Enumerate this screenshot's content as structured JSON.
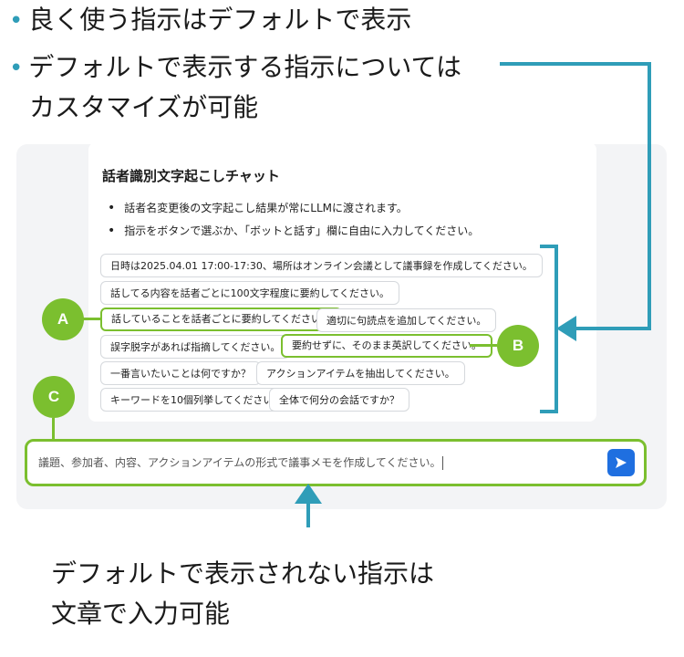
{
  "header": {
    "bullets": [
      {
        "text": "良く使う指示はデフォルトで表示"
      },
      {
        "text": "デフォルトで表示する指示については",
        "continuation": "カスタマイズが可能"
      }
    ]
  },
  "chat": {
    "title": "話者識別文字起こしチャット",
    "descriptions": [
      "話者名変更後の文字起こし結果が常にLLMに渡されます。",
      "指示をボタンで選ぶか、「ボットと話す」欄に自由に入力してください。"
    ],
    "chips": [
      "日時は2025.04.01 17:00-17:30、場所はオンライン会議として議事録を作成してください。",
      "話してる内容を話者ごとに100文字程度に要約してください。",
      "話していることを話者ごとに要約してください。",
      "適切に句読点を追加してください。",
      "誤字脱字があれば指摘してください。",
      "要約せずに、そのまま英訳してください。",
      "一番言いたいことは何ですか？",
      "アクションアイテムを抽出してください。",
      "キーワードを10個列挙してください。",
      "全体で何分の会話ですか？"
    ],
    "input": {
      "value": "議題、参加者、内容、アクションアイテムの形式で議事メモを作成してください。"
    },
    "send_icon": "send-icon"
  },
  "markers": {
    "a": "A",
    "b": "B",
    "c": "C"
  },
  "footer": {
    "line1": "デフォルトで表示されない指示は",
    "line2": "文章で入力可能"
  },
  "colors": {
    "accent_green": "#7bbf2f",
    "arrow_blue": "#2f9db8",
    "send_blue": "#1f6fe0"
  }
}
